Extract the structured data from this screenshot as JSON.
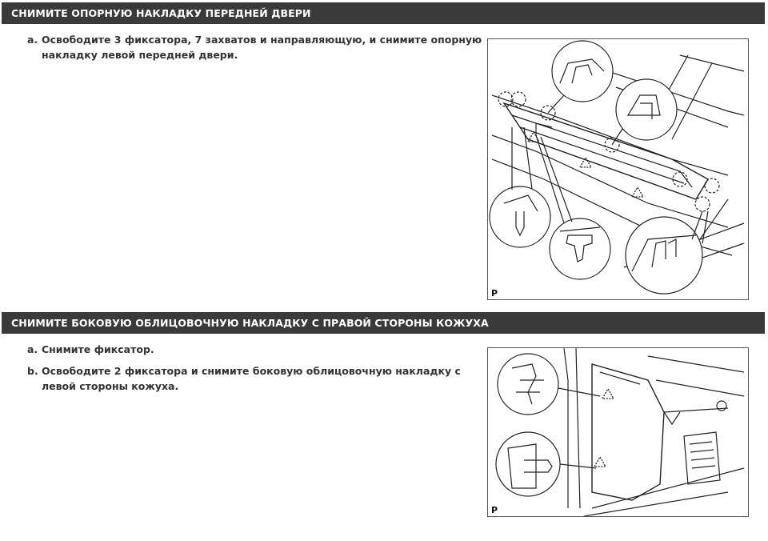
{
  "sections": [
    {
      "title": "СНИМИТЕ ОПОРНУЮ НАКЛАДКУ ПЕРЕДНЕЙ ДВЕРИ",
      "steps": [
        {
          "marker": "a.",
          "text": "Освободите 3 фиксатора, 7 захватов и направляющую, и снимите опорную накладку левой передней двери."
        }
      ],
      "figure_label": "P"
    },
    {
      "title": "СНИМИТЕ БОКОВУЮ ОБЛИЦОВОЧНУЮ НАКЛАДКУ С ПРАВОЙ СТОРОНЫ КОЖУХА",
      "steps": [
        {
          "marker": "a.",
          "text": "Снимите фиксатор."
        },
        {
          "marker": "b.",
          "text": "Освободите 2 фиксатора и снимите боковую облицовочную накладку с левой стороны кожуха."
        }
      ],
      "figure_label": "P"
    }
  ]
}
